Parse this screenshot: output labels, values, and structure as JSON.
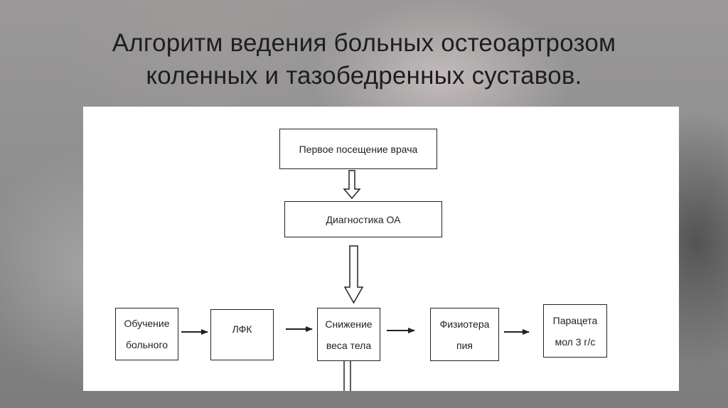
{
  "slide": {
    "title_line1": "Алгоритм ведения больных остеоартрозом",
    "title_line2": "коленных и тазобедренных суставов."
  },
  "diagram": {
    "nodes": {
      "first_visit": "Первое посещение врача",
      "diagnostics": "Диагностика ОА",
      "education_l1": "Обучение",
      "education_l2": "больного",
      "lfk": "ЛФК",
      "weight_l1": "Снижение",
      "weight_l2": "веса тела",
      "physio_l1": "Физиотера",
      "physio_l2": "пия",
      "paracetamol_l1": "Парацета",
      "paracetamol_l2": "мол 3 г/с"
    },
    "edges": [
      {
        "from": "first_visit",
        "to": "diagnostics",
        "style": "hollow-arrow"
      },
      {
        "from": "diagnostics",
        "to": "weight",
        "style": "hollow-arrow"
      },
      {
        "from": "education",
        "to": "lfk",
        "style": "solid-arrow"
      },
      {
        "from": "lfk",
        "to": "weight",
        "style": "solid-arrow"
      },
      {
        "from": "weight",
        "to": "physio",
        "style": "solid-arrow"
      },
      {
        "from": "physio",
        "to": "paracetamol",
        "style": "solid-arrow"
      }
    ]
  }
}
